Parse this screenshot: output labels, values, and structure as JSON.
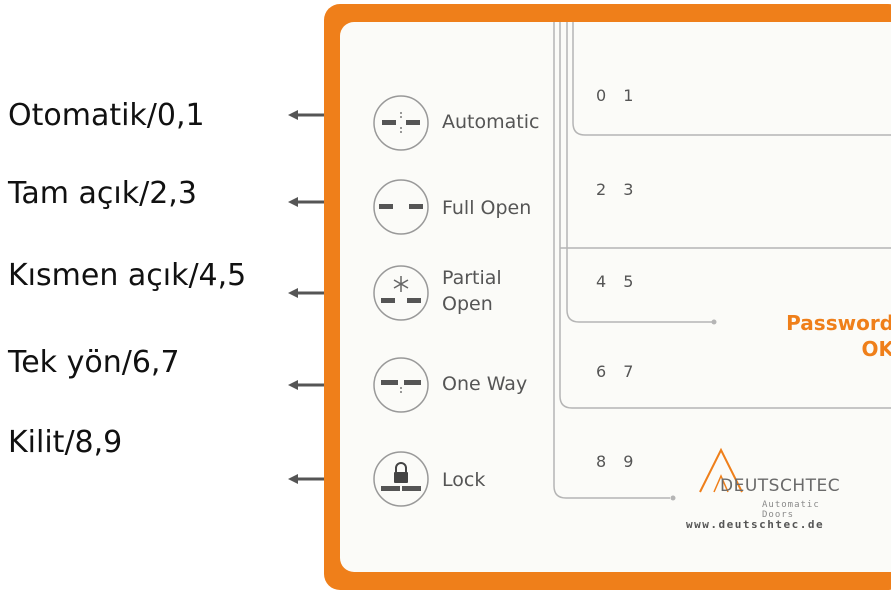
{
  "legend": {
    "items": [
      {
        "label": "Otomatik/0,1"
      },
      {
        "label": "Tam açık/2,3"
      },
      {
        "label": "Kısmen açık/4,5"
      },
      {
        "label": "Tek yön/6,7"
      },
      {
        "label": "Kilit/8,9"
      }
    ]
  },
  "panel": {
    "modes": [
      {
        "label": "Automatic",
        "icon": "automatic-mode-icon"
      },
      {
        "label": "Full Open",
        "icon": "full-open-mode-icon"
      },
      {
        "label_line1": "Partial",
        "label_line2": "Open",
        "icon": "partial-open-mode-icon"
      },
      {
        "label": "One Way",
        "icon": "one-way-mode-icon"
      },
      {
        "label": "Lock",
        "icon": "lock-mode-icon"
      }
    ],
    "digit_groups": [
      "0 1",
      "2 3",
      "4 5",
      "6 7",
      "8 9"
    ],
    "password_line1": "Password",
    "password_line2": "OK",
    "brand": {
      "name": "DEUTSCHTEC",
      "tagline": "Automatic Doors",
      "url": "www.deutschtec.de"
    }
  },
  "colors": {
    "accent": "#ef7f1a",
    "panel_bg": "#fbfbf8",
    "text": "#555555"
  }
}
